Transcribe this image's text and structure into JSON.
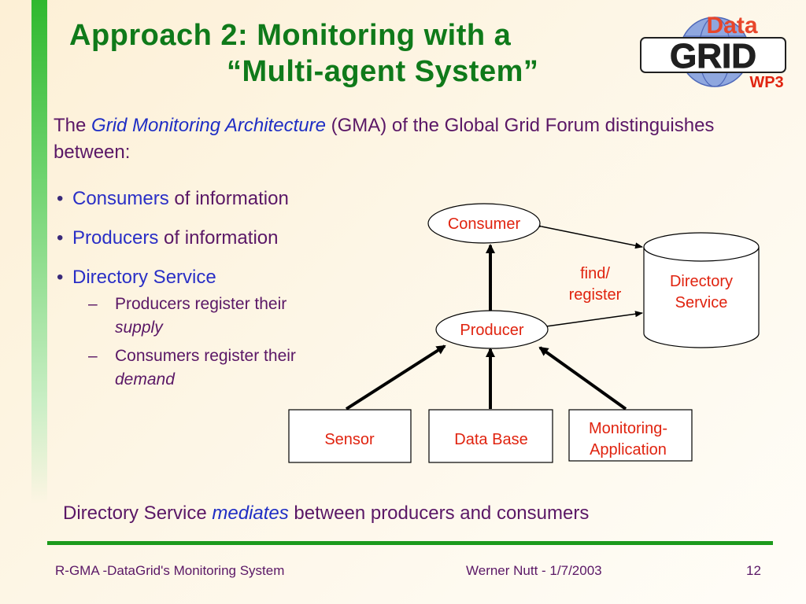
{
  "title": {
    "line1": "Approach 2: Monitoring with a",
    "line2": "“Multi-agent System”"
  },
  "logo": {
    "data": "Data",
    "grid": "GRID",
    "wp": "WP3"
  },
  "intro": {
    "prefix": "The ",
    "emph": "Grid Monitoring Architecture",
    "suffix": " (GMA) of the Global Grid Forum distinguishes between:"
  },
  "bullets": [
    {
      "colored": "Consumers",
      "plain": " of  information"
    },
    {
      "colored": "Producers",
      "plain": " of  information"
    },
    {
      "colored": "Directory Service",
      "plain": ""
    }
  ],
  "subbullets": [
    {
      "text": "Producers register their ",
      "emph": "supply"
    },
    {
      "text": "Consumers register their ",
      "emph": "demand"
    }
  ],
  "diagram": {
    "consumer": "Consumer",
    "producer": "Producer",
    "directory_line1": "Directory",
    "directory_line2": "Service",
    "find_line1": "find/",
    "find_line2": "register",
    "sensor": "Sensor",
    "database": "Data Base",
    "monitoring_line1": "Monitoring-",
    "monitoring_line2": "Application"
  },
  "bottom": {
    "prefix": "Directory Service ",
    "emph": "mediates",
    "suffix": "  between producers and consumers"
  },
  "footer": {
    "left": "R-GMA -DataGrid's Monitoring System",
    "center": "Werner Nutt - 1/7/2003",
    "page": "12"
  },
  "colors": {
    "title": "#0f7a1a",
    "text": "#5a1766",
    "accent_blue": "#1f2ec4",
    "diagram_text": "#e0230f",
    "rule": "#1c9a1c"
  }
}
